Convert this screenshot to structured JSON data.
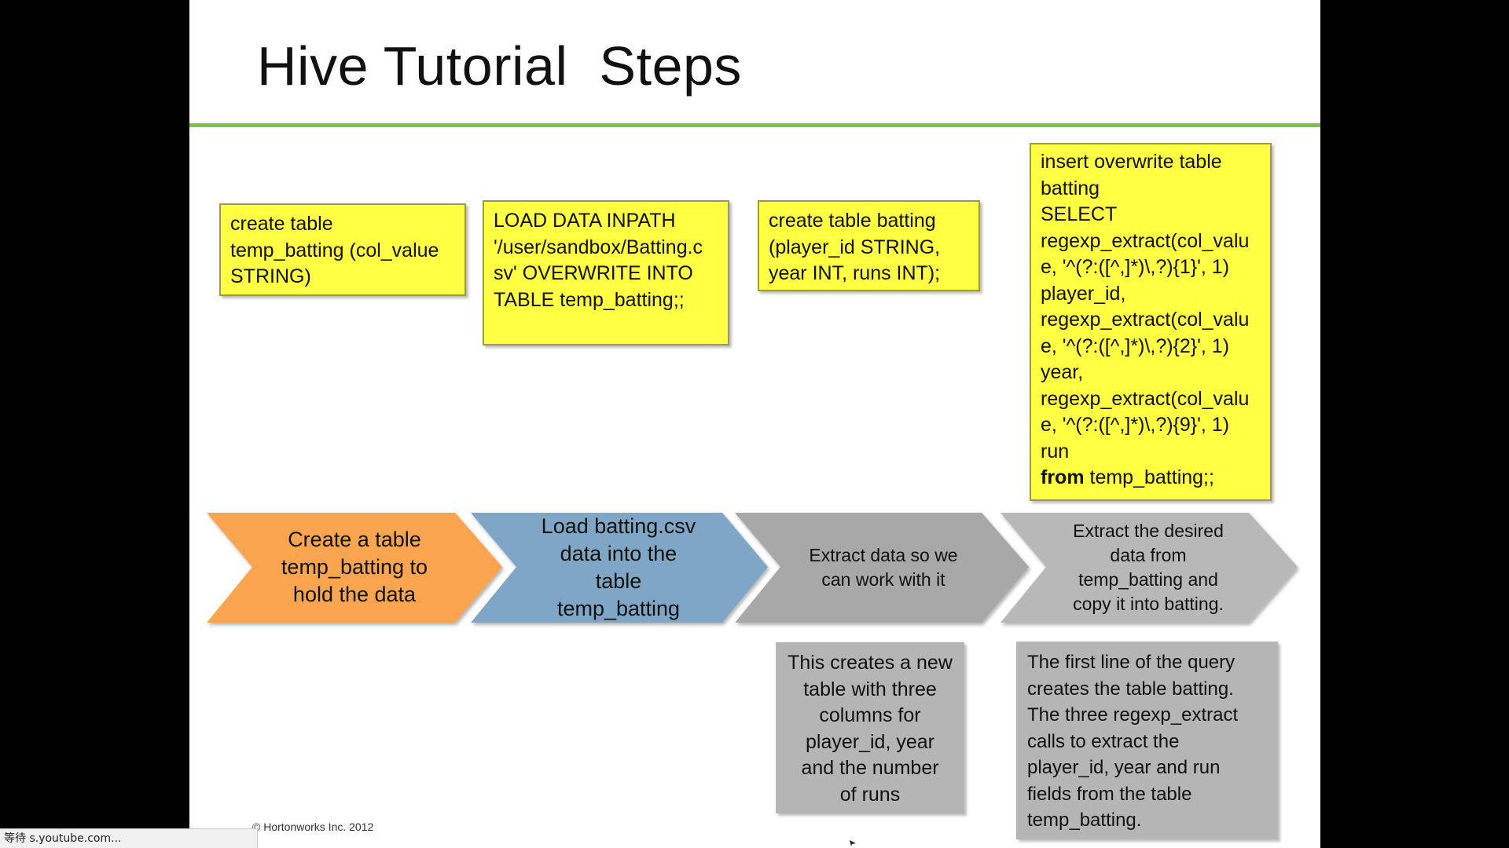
{
  "slide": {
    "title": "Hive Tutorial  Steps",
    "copyright": "© Hortonworks Inc. 2012"
  },
  "code_boxes": [
    {
      "lines": [
        "create table",
        "temp_batting (col_value",
        "STRING)"
      ]
    },
    {
      "lines": [
        "LOAD DATA INPATH",
        "'/user/sandbox/Batting.c",
        "sv' OVERWRITE INTO",
        "TABLE temp_batting;;"
      ]
    },
    {
      "lines": [
        "create table batting",
        "(player_id STRING,",
        "year INT, runs INT);"
      ]
    },
    {
      "lines": [
        "insert overwrite table",
        "batting",
        "SELECT",
        "regexp_extract(col_valu",
        "e, '^(?:([^,]*)\\,?){1}', 1)",
        "player_id,",
        "regexp_extract(col_valu",
        "e, '^(?:([^,]*)\\,?){2}', 1)",
        "year,",
        "regexp_extract(col_valu",
        "e, '^(?:([^,]*)\\,?){9}', 1)",
        "run"
      ],
      "last_keyword": "from",
      "last_rest": " temp_batting;;"
    }
  ],
  "steps": [
    {
      "lines": [
        "Create a table",
        "temp_batting to",
        "hold the data"
      ],
      "color": "#f9a550"
    },
    {
      "lines": [
        "Load batting.csv",
        "data into the",
        "table",
        "temp_batting"
      ],
      "color": "#7fa6c4"
    },
    {
      "lines": [
        "Extract data so we",
        "can work with it"
      ],
      "color": "#a8a8a8"
    },
    {
      "lines": [
        "Extract the desired",
        "data from",
        "temp_batting and",
        "copy it into batting."
      ],
      "color": "#b8b8b8"
    }
  ],
  "notes": [
    {
      "lines": [
        "This creates a new",
        "table with three",
        "columns for",
        "player_id, year",
        "and the number",
        "of runs"
      ]
    },
    {
      "lines": [
        "The first line of the query",
        "creates the table batting.",
        "The three regexp_extract",
        "calls to extract the",
        "player_id, year and run",
        "fields from the table",
        "temp_batting."
      ]
    }
  ],
  "browser": {
    "status_text": "等待 s.youtube.com..."
  },
  "colors": {
    "code_box_fill": "#ffff44",
    "title_rule": "#7dc242",
    "note_fill": "#b5b5b5"
  }
}
